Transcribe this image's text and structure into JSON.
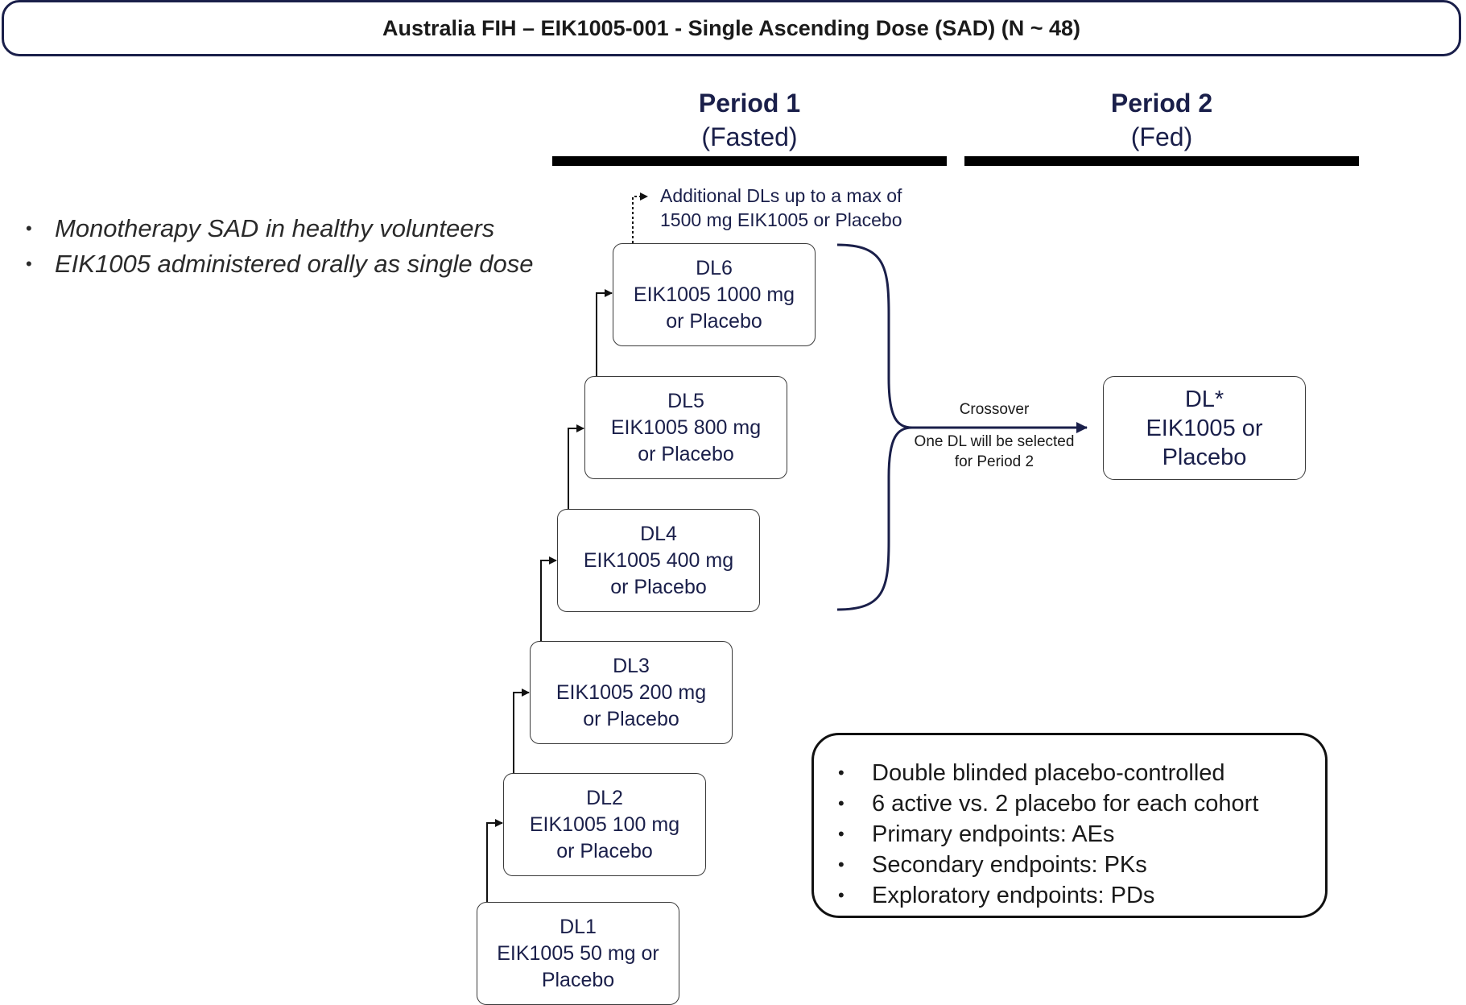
{
  "title": "Australia FIH – EIK1005-001 - Single Ascending Dose (SAD) (N ~ 48)",
  "periods": [
    {
      "name": "Period 1",
      "condition": "(Fasted)"
    },
    {
      "name": "Period 2",
      "condition": "(Fed)"
    }
  ],
  "study_bullets": [
    "Monotherapy SAD in healthy volunteers",
    "EIK1005 administered orally as single dose"
  ],
  "bullet_glyph": "•",
  "additional_note": [
    "Additional DLs up to a max of",
    "1500 mg EIK1005 or Placebo"
  ],
  "dose_levels": [
    {
      "label": "DL1",
      "lines": [
        "EIK1005 50 mg or",
        "Placebo"
      ]
    },
    {
      "label": "DL2",
      "lines": [
        "EIK1005 100 mg",
        "or Placebo"
      ]
    },
    {
      "label": "DL3",
      "lines": [
        "EIK1005 200 mg",
        "or Placebo"
      ]
    },
    {
      "label": "DL4",
      "lines": [
        "EIK1005 400 mg",
        "or Placebo"
      ]
    },
    {
      "label": "DL5",
      "lines": [
        "EIK1005 800 mg",
        "or Placebo"
      ]
    },
    {
      "label": "DL6",
      "lines": [
        "EIK1005 1000 mg",
        "or Placebo"
      ]
    }
  ],
  "crossover": {
    "label": "Crossover",
    "note": [
      "One DL will be selected",
      "for Period 2"
    ]
  },
  "period2_box": {
    "label": "DL*",
    "lines": [
      "EIK1005 or",
      "Placebo"
    ]
  },
  "design_features": [
    "Double blinded placebo-controlled",
    "6 active vs. 2 placebo for each cohort",
    "Primary endpoints: AEs",
    "Secondary endpoints: PKs",
    "Exploratory endpoints: PDs"
  ],
  "colors": {
    "navy": "#1a1f4a",
    "border": "#3a3a3a",
    "bar": "#000000"
  },
  "icons": {
    "step_arrow": "arrow-right-icon",
    "brace": "curly-brace-icon",
    "bullet": "bullet-icon"
  }
}
